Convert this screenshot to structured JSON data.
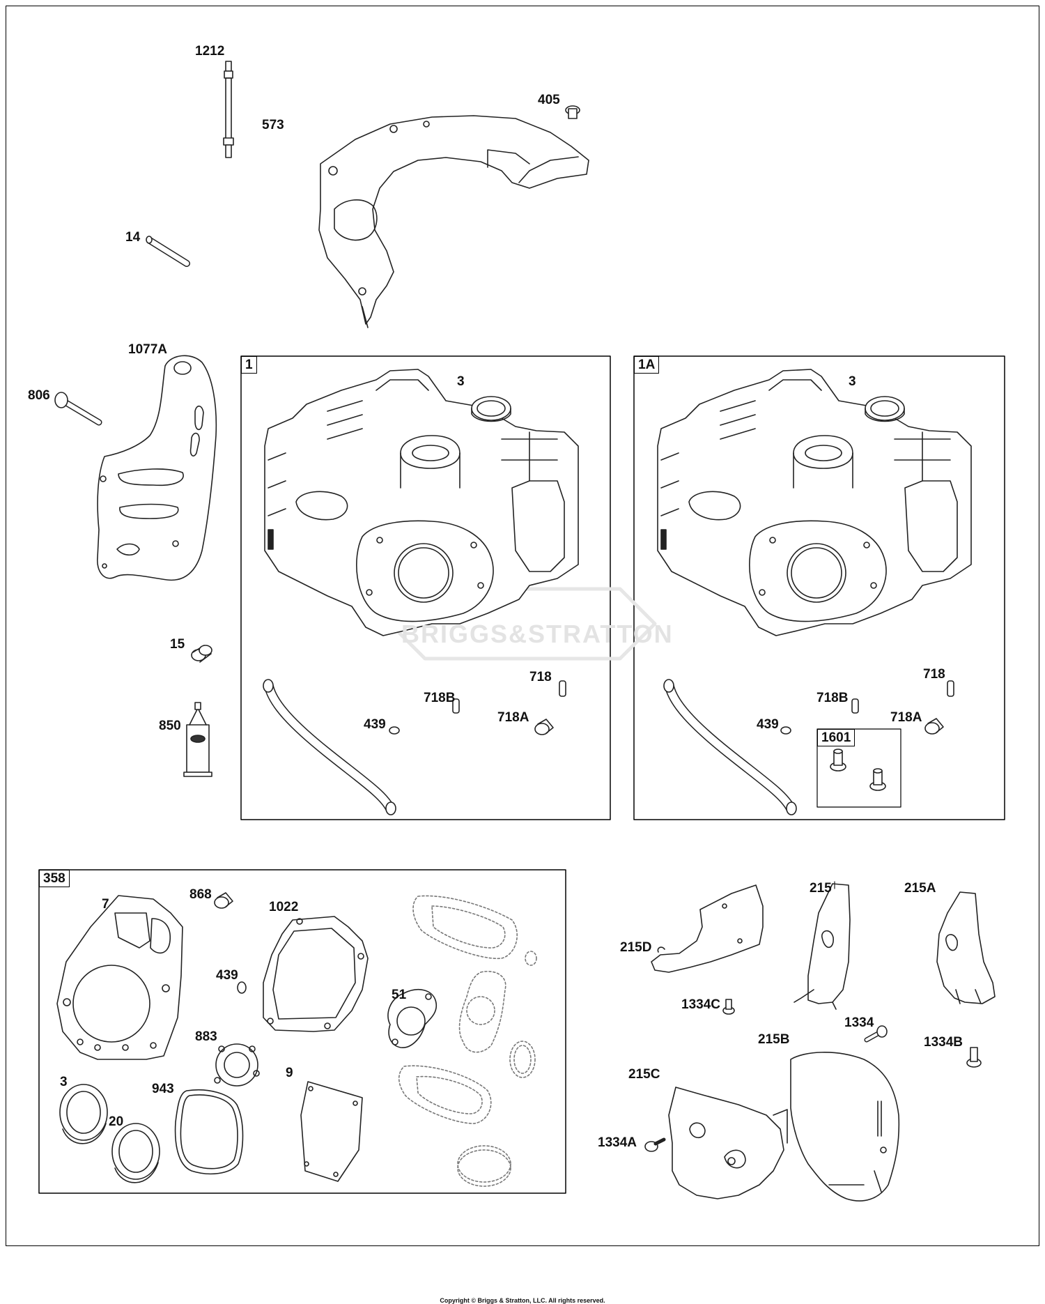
{
  "diagram": {
    "labels": [
      "1212",
      "573",
      "405",
      "14",
      "1077A",
      "806",
      "15",
      "850",
      "3",
      "718",
      "718B",
      "718A",
      "439",
      "3",
      "718",
      "718B",
      "718A",
      "439",
      "868",
      "7",
      "1022",
      "439",
      "51",
      "883",
      "3",
      "943",
      "9",
      "20",
      "215",
      "215A",
      "215D",
      "1334C",
      "1334",
      "215B",
      "1334B",
      "215C",
      "1334A"
    ],
    "boxes": [
      "1",
      "1A",
      "1601",
      "358"
    ],
    "watermark": "BRIGGS&STRATTON",
    "copyright": "Copyright © Briggs & Stratton, LLC. All rights reserved."
  }
}
